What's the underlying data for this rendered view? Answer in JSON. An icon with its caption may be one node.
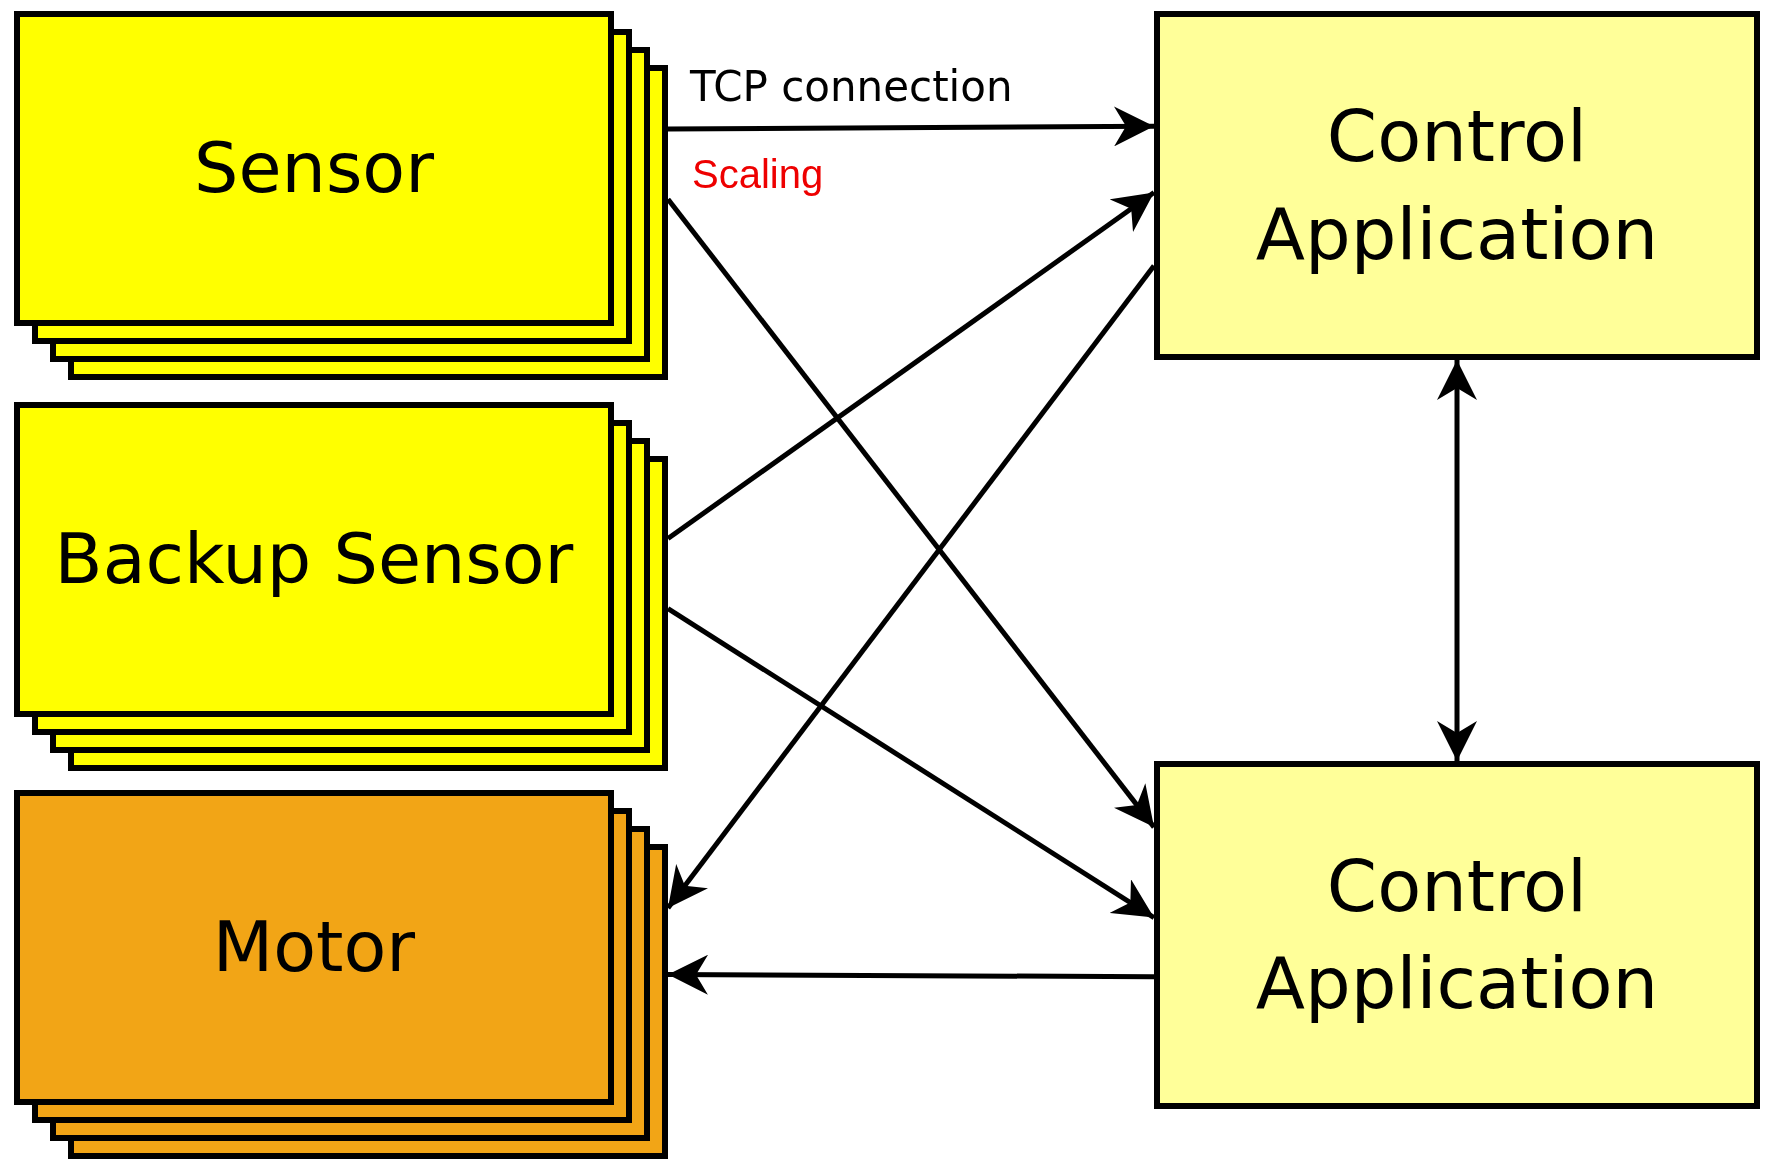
{
  "diagram": {
    "nodes": [
      {
        "text": [
          "Sensor"
        ]
      },
      {
        "text": [
          "Backup Sensor"
        ]
      },
      {
        "text": [
          "Motor"
        ]
      },
      {
        "text": [
          "Control Application"
        ]
      },
      {
        "text": [
          "Control Application"
        ]
      }
    ],
    "edges": [
      {
        "from": 0,
        "to": 3,
        "arrow": "to",
        "label": "TCP connection"
      },
      {
        "from": 0,
        "to": 4,
        "arrow": "to"
      },
      {
        "from": 1,
        "to": 3,
        "arrow": "to"
      },
      {
        "from": 1,
        "to": 4,
        "arrow": "to"
      },
      {
        "from": 3,
        "to": 2,
        "arrow": "to"
      },
      {
        "from": 4,
        "to": 2,
        "arrow": "to"
      },
      {
        "from": 3,
        "to": 4,
        "arrow": "both"
      }
    ],
    "labels": [
      "Scaling"
    ]
  }
}
